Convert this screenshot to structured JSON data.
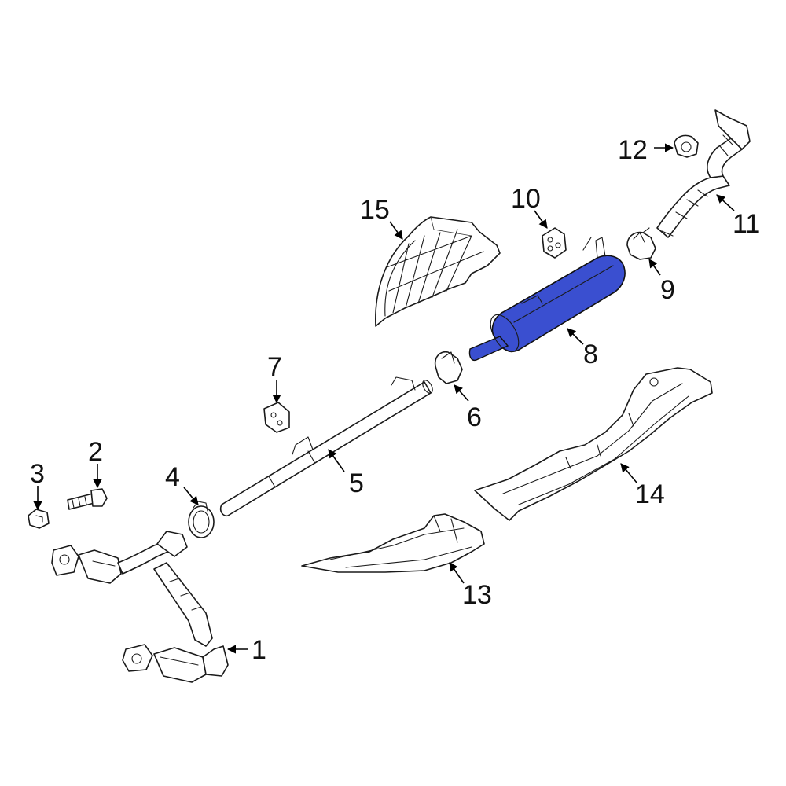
{
  "diagram": {
    "highlight_color": "#3a4fd0",
    "highlight_part": "8",
    "callouts": [
      {
        "id": "1",
        "label": "1"
      },
      {
        "id": "2",
        "label": "2"
      },
      {
        "id": "3",
        "label": "3"
      },
      {
        "id": "4",
        "label": "4"
      },
      {
        "id": "5",
        "label": "5"
      },
      {
        "id": "6",
        "label": "6"
      },
      {
        "id": "7",
        "label": "7"
      },
      {
        "id": "8",
        "label": "8"
      },
      {
        "id": "9",
        "label": "9"
      },
      {
        "id": "10",
        "label": "10"
      },
      {
        "id": "11",
        "label": "11"
      },
      {
        "id": "12",
        "label": "12"
      },
      {
        "id": "13",
        "label": "13"
      },
      {
        "id": "14",
        "label": "14"
      },
      {
        "id": "15",
        "label": "15"
      }
    ]
  }
}
